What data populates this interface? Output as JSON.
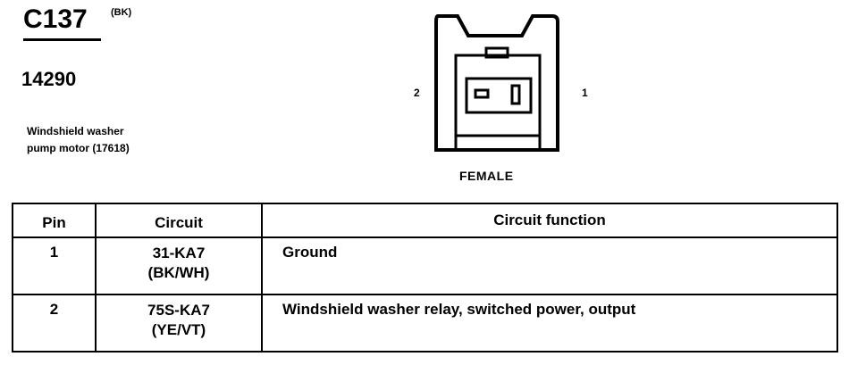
{
  "header": {
    "connector_id": "C137",
    "connector_color": "(BK)",
    "part_number": "14290",
    "description_line1": "Windshield washer",
    "description_line2": "pump motor (17618)"
  },
  "connector": {
    "left_pin_label": "2",
    "right_pin_label": "1",
    "view": "FEMALE"
  },
  "table": {
    "headers": [
      "Pin",
      "Circuit",
      "Circuit function"
    ],
    "rows": [
      {
        "pin": "1",
        "circuit": "31-KA7",
        "wire_color": "(BK/WH)",
        "function": "Ground"
      },
      {
        "pin": "2",
        "circuit": "75S-KA7",
        "wire_color": "(YE/VT)",
        "function": "Windshield washer relay, switched power, output"
      }
    ]
  }
}
